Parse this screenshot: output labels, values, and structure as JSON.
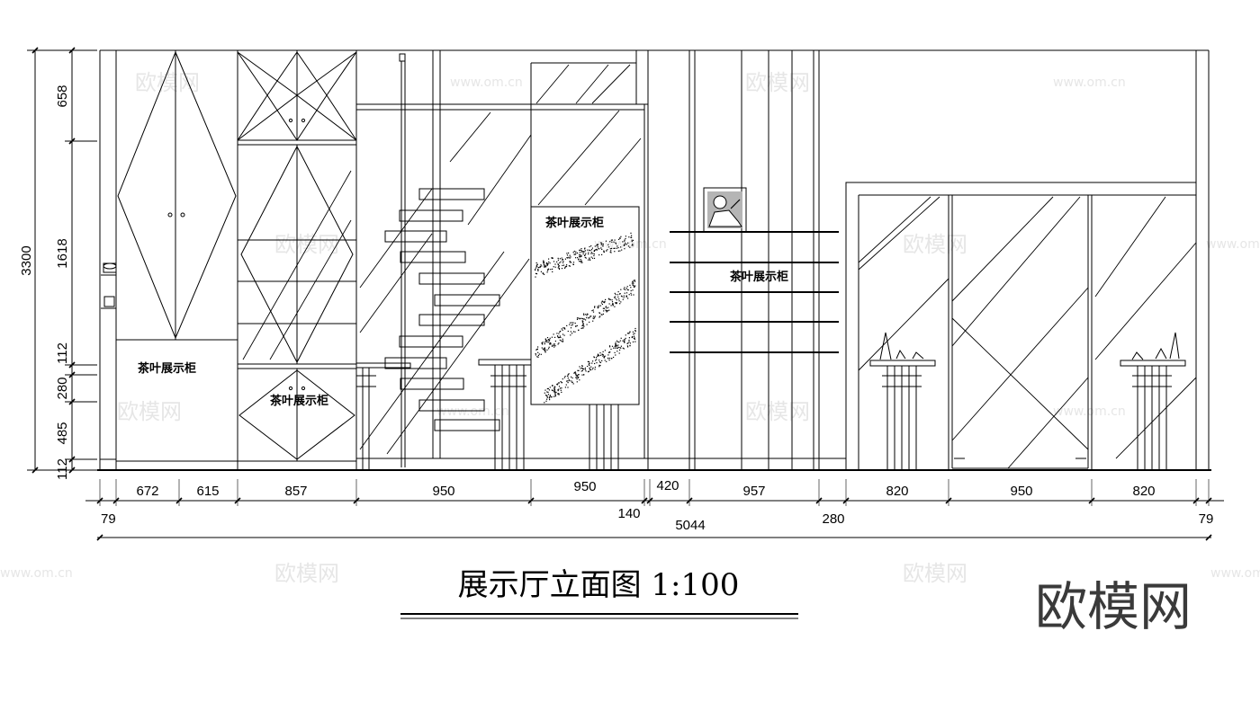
{
  "title": "展示厅立面图 1:100",
  "brand": "欧模网",
  "watermarks": [
    "欧模网",
    "www.om.cn"
  ],
  "labels": {
    "cabinet_left": "茶叶展示柜",
    "cabinet_mid": "茶叶展示柜",
    "panel": "茶叶展示柜",
    "shelf": "茶叶展示柜"
  },
  "dims_vertical": {
    "total": "3300",
    "segments": [
      "658",
      "1618",
      "112",
      "280",
      "485",
      "112"
    ]
  },
  "dims_horizontal": {
    "row1": [
      "672",
      "615",
      "857",
      "950",
      "950",
      "420",
      "957",
      "820",
      "950",
      "820"
    ],
    "row2": [
      "79",
      "140",
      "280",
      "79"
    ],
    "total": "5044"
  }
}
